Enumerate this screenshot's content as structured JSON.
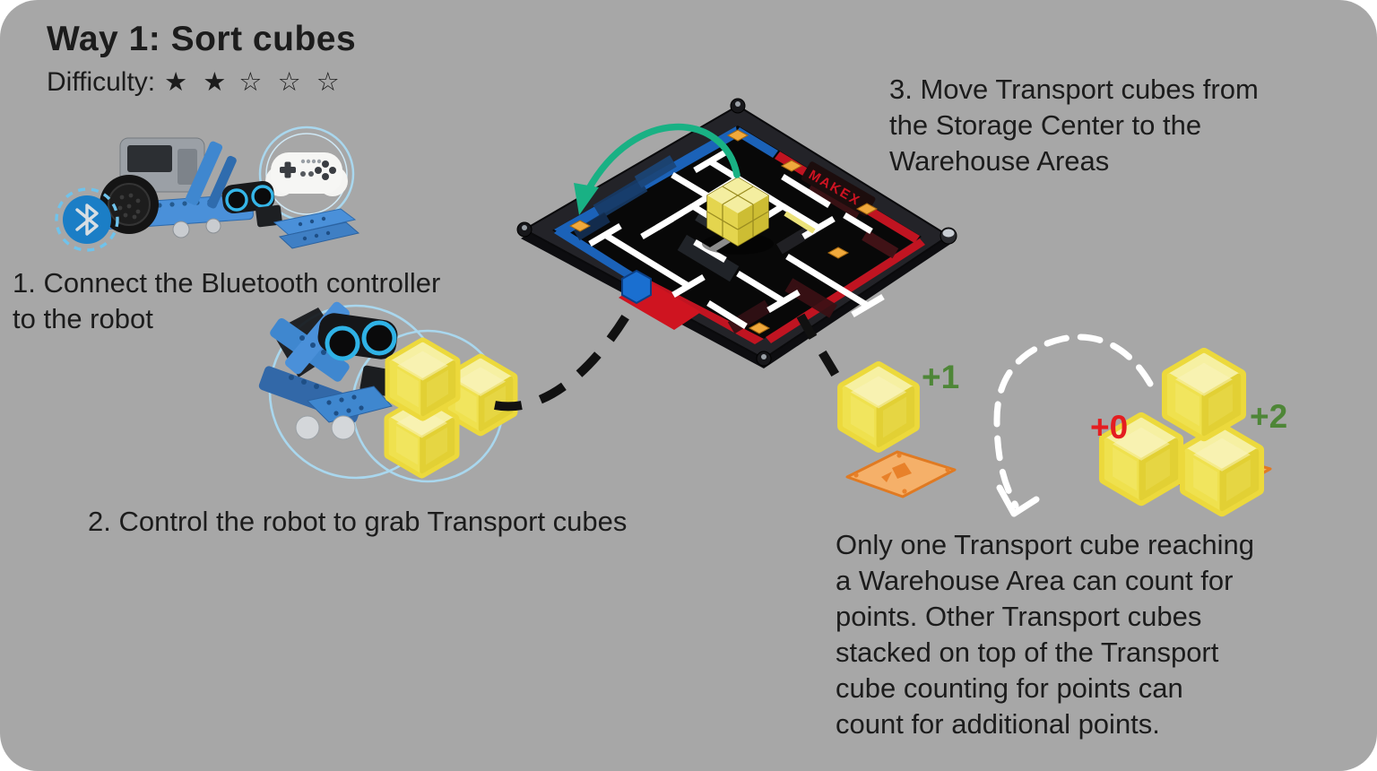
{
  "colors": {
    "background": "#a7a7a7",
    "ink": "#1c1c1c",
    "arrow_green": "#19b184",
    "score_green": "#4e8637",
    "score_red": "#e41d20",
    "cube_yellow": "#f2e24a",
    "plate_orange": "#f5b069",
    "bluetooth_blue": "#1b7ec6",
    "field_blue": "#1b62b8",
    "field_red": "#c01421",
    "circle_blue": "#a9d7ee"
  },
  "header": {
    "title": "Way 1: Sort cubes",
    "difficulty_label": "Difficulty:",
    "stars_filled": "★ ★",
    "stars_empty": "☆ ☆ ☆"
  },
  "steps": {
    "step1_lines": [
      "1. Connect the Bluetooth controller",
      "to the robot"
    ],
    "step2_lines": [
      "2. Control the robot to grab Transport cubes"
    ],
    "step3_lines": [
      "3. Move Transport cubes from",
      "the Storage Center to the",
      "Warehouse Areas"
    ]
  },
  "map": {
    "logo": "MAKEX"
  },
  "scoring": {
    "single_cube_on_warehouse": "+1",
    "cube_on_ground": "+0",
    "stacked_cubes_on_warehouse": "+2"
  },
  "note_lines": [
    "Only one Transport cube reaching",
    "a Warehouse Area can count for",
    "points. Other Transport cubes",
    "stacked on top of the Transport",
    "cube counting for points can",
    "count for additional points."
  ]
}
